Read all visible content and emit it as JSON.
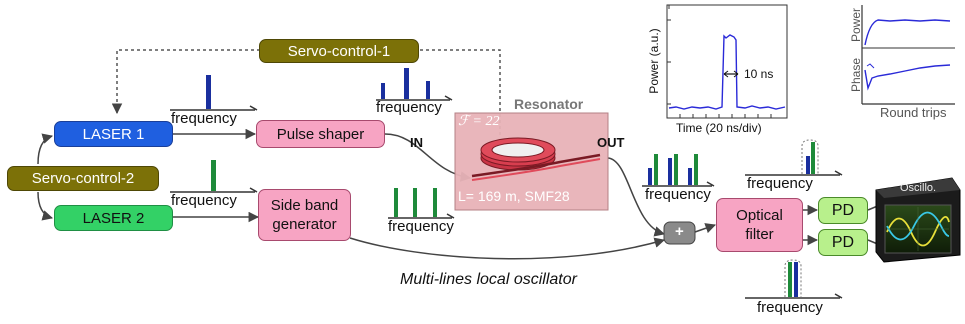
{
  "boxes": {
    "servo1": "Servo-control-1",
    "servo2": "Servo-control-2",
    "laser1": "LASER 1",
    "laser2": "LASER 2",
    "pulse_shaper": "Pulse shaper",
    "sideband_line1": "Side band",
    "sideband_line2": "generator",
    "optical_filter_line1": "Optical",
    "optical_filter_line2": "filter",
    "pd1": "PD",
    "pd2": "PD",
    "combiner": "+",
    "oscillo": "Oscillo."
  },
  "resonator": {
    "title": "Resonator",
    "finesse": "ℱ = 22",
    "fiber": "L= 169 m, SMF28",
    "in_label": "IN",
    "out_label": "OUT"
  },
  "spectrum_label": "frequency",
  "lo_caption": "Multi-lines local oscillator",
  "pulse_plot": {
    "ylabel": "Power (a.u.)",
    "xlabel": "Time (20 ns/div)",
    "annotation": "10 ns"
  },
  "trace_plot": {
    "ylabel_top": "Power",
    "ylabel_bottom": "Phase",
    "xlabel": "Round trips"
  },
  "colors": {
    "laser1_blue": "#1f5fe0",
    "laser2_green": "#33d166",
    "line_blue": "#1a2f9e",
    "line_green": "#1e8a3a",
    "servo_olive": "#7c7108",
    "pink": "#f7a4c3",
    "pd_green": "#b8f08c"
  }
}
